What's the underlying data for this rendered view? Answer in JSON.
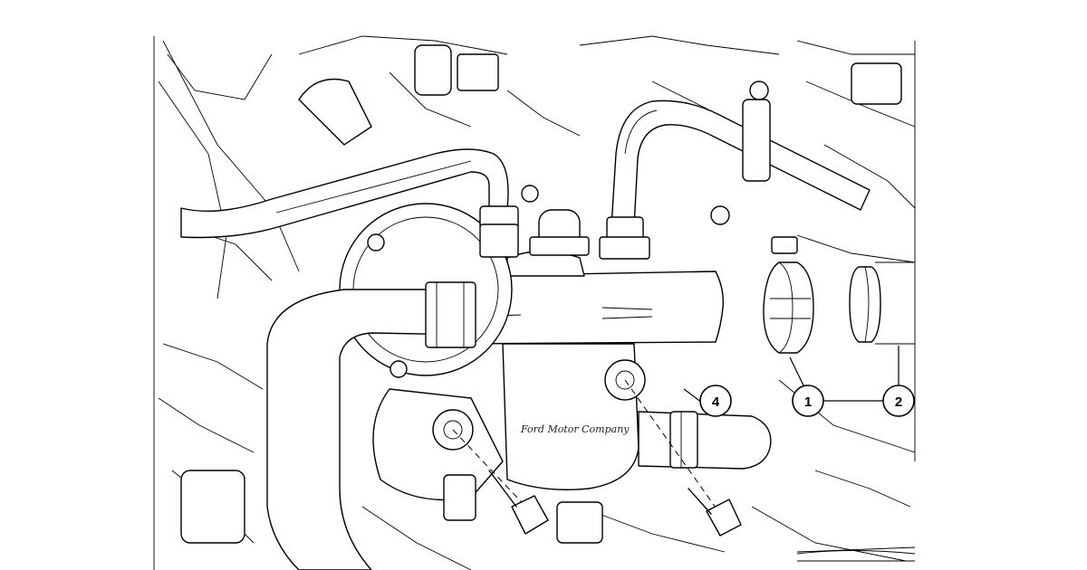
{
  "diagram": {
    "callouts": [
      {
        "id": "callout-4",
        "label": "4"
      },
      {
        "id": "callout-1",
        "label": "1"
      },
      {
        "id": "callout-2",
        "label": "2"
      }
    ],
    "logo_text": "Ford Motor Company",
    "colors": {
      "line": "#000000",
      "background": "#ffffff"
    }
  }
}
